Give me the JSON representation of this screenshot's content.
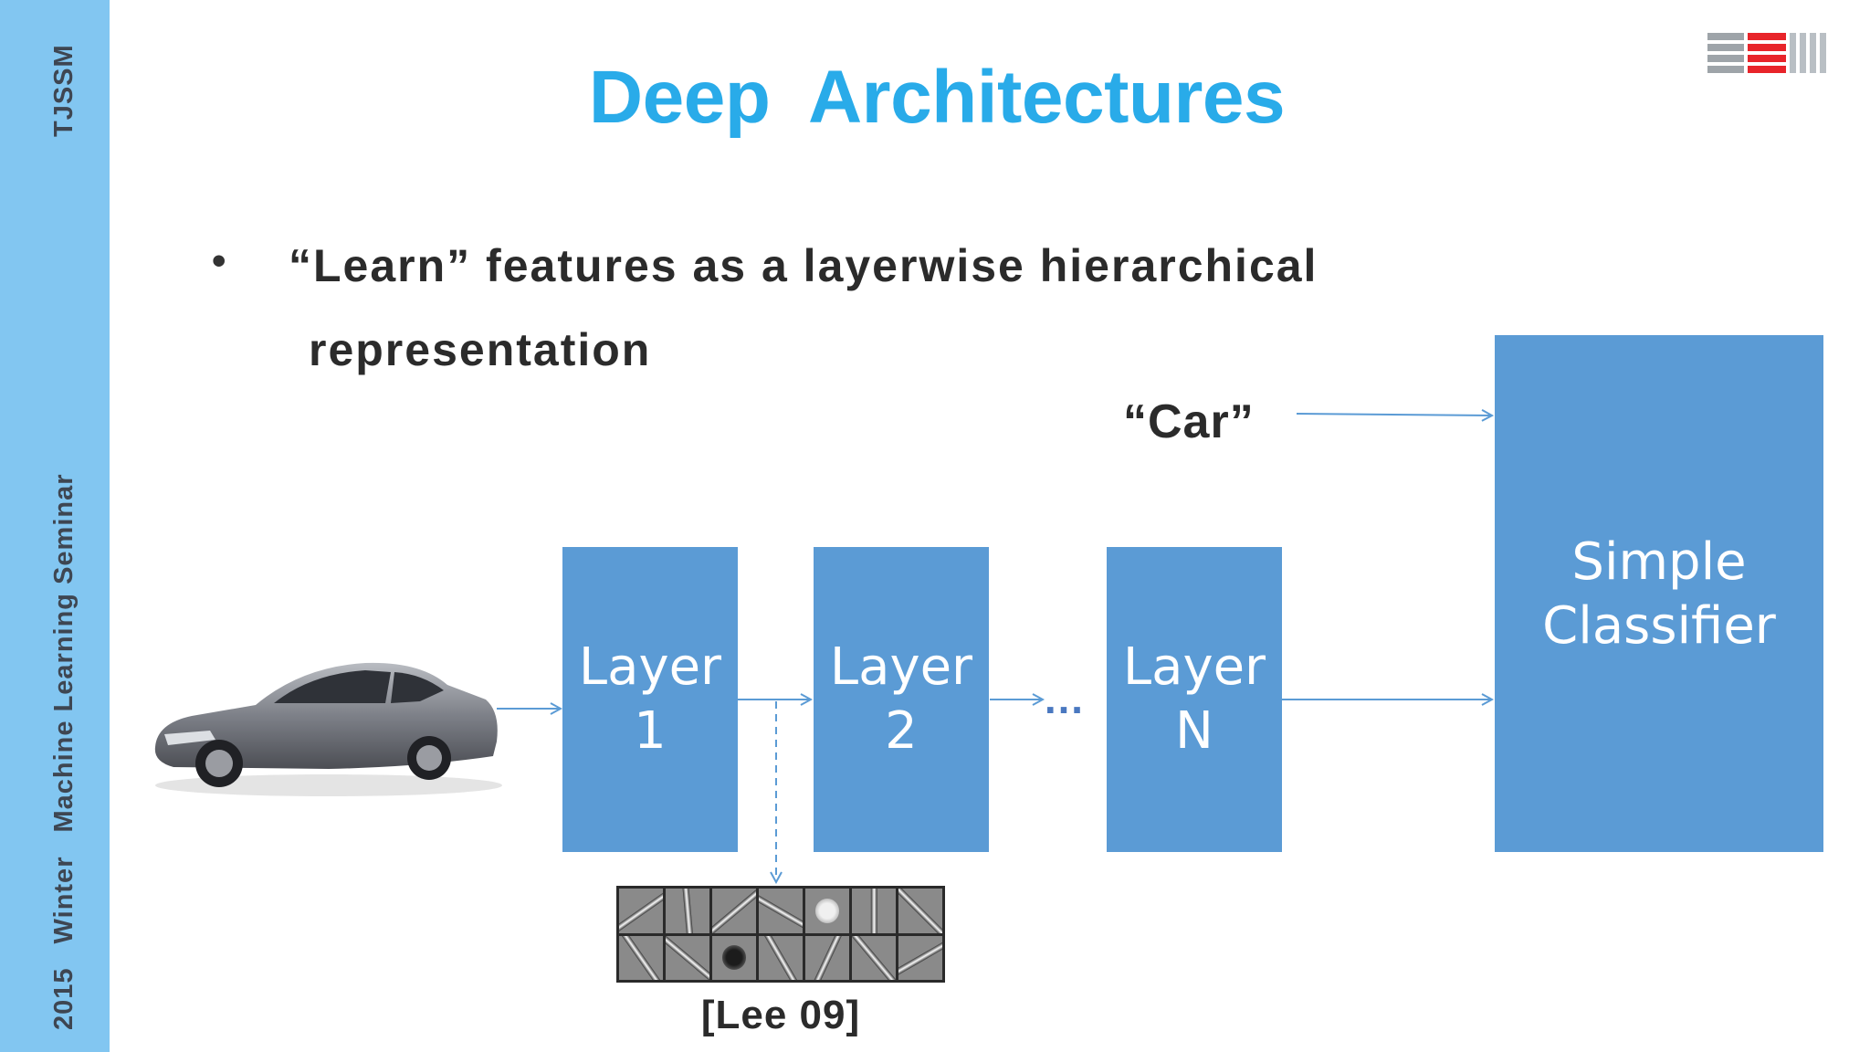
{
  "sidebar": {
    "org": "TJSSM",
    "year": "2015",
    "season": "Winter",
    "seminar": "Machine Learning Seminar"
  },
  "title": "Deep  Architectures",
  "bullet": {
    "symbol": "•",
    "line1": "“Learn” features as a layerwise hierarchical",
    "line2": "representation"
  },
  "diagram": {
    "output_label": "“Car”",
    "layers": [
      {
        "name": "Layer",
        "index": "1"
      },
      {
        "name": "Layer",
        "index": "2"
      },
      {
        "name": "Layer",
        "index": "N"
      }
    ],
    "ellipsis": "…",
    "classifier": {
      "line1": "Simple",
      "line2": "Classifier"
    },
    "citation": "[Lee 09]"
  },
  "colors": {
    "sidebar": "#82c6f1",
    "title": "#29abe9",
    "box": "#5b9bd5",
    "arrow": "#5b9bd5",
    "logo_red": "#e8242a",
    "logo_gray": "#9ea4a9"
  }
}
